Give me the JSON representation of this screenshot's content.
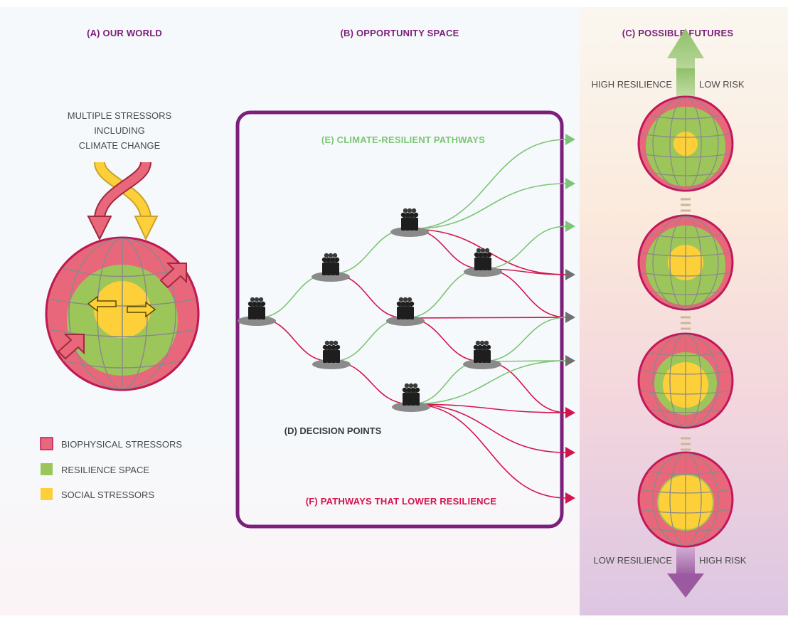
{
  "headers": {
    "our_world": "(A) OUR WORLD",
    "opportunity_space": "(B) OPPORTUNITY SPACE",
    "possible_futures": "(C) POSSIBLE FUTURES"
  },
  "stressors_text": [
    "MULTIPLE STRESSORS",
    "INCLUDING",
    "CLIMATE CHANGE"
  ],
  "legend": [
    {
      "label": "BIOPHYSICAL STRESSORS",
      "color": "#e9677a"
    },
    {
      "label": "RESILIENCE SPACE",
      "color": "#9cc65a"
    },
    {
      "label": "SOCIAL STRESSORS",
      "color": "#fdd03a"
    }
  ],
  "labels": {
    "decision_points": "(D) DECISION POINTS",
    "climate_resilient": "(E) CLIMATE-RESILIENT PATHWAYS",
    "lower_resilience": "(F) PATHWAYS THAT LOWER RESILIENCE"
  },
  "futures_axis": {
    "top_left": "HIGH RESILIENCE",
    "top_right": "LOW RISK",
    "bottom_left": "LOW RESILIENCE",
    "bottom_right": "HIGH RISK"
  },
  "colors": {
    "biophysical": "#e9677a",
    "resilience": "#9cc65a",
    "social": "#fdd03a",
    "purple": "#7b1f7a",
    "green_path": "#7cc576",
    "red_path": "#d4144e",
    "grey_arrow": "#6f6f6f",
    "node": "#8a8a8a"
  }
}
